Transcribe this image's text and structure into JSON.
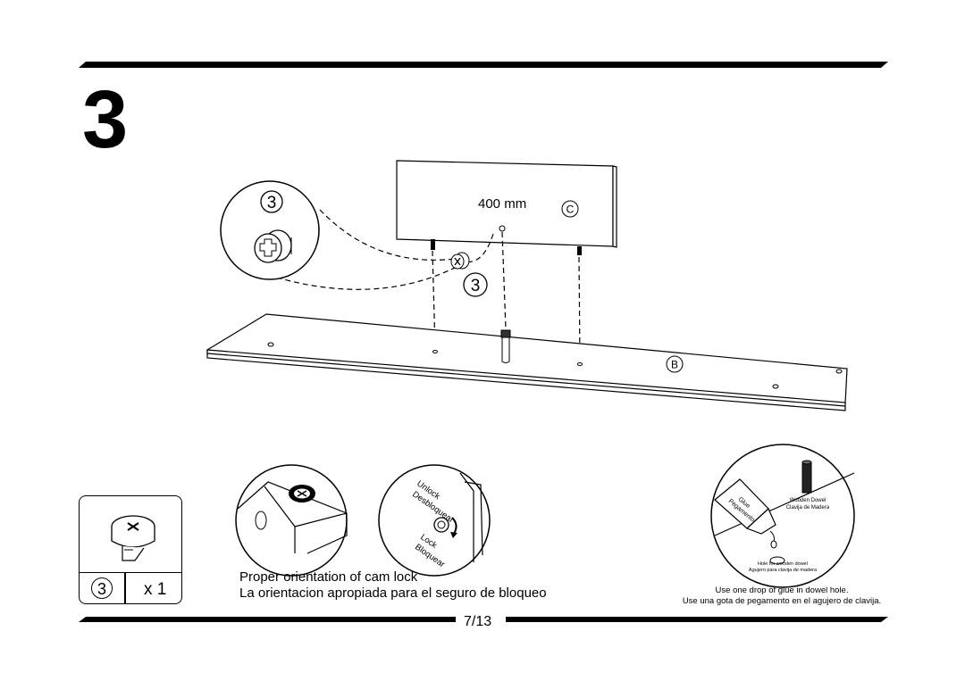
{
  "step": {
    "number": "3"
  },
  "panel_c": {
    "dimension": "400 mm",
    "label": "C"
  },
  "panel_b": {
    "label": "B"
  },
  "callout": {
    "part": "3"
  },
  "part_label": "3",
  "quantity": {
    "part": "3",
    "count": "x 1"
  },
  "cam_lock": {
    "unlock_en": "Unlock",
    "unlock_es": "Desbloquear",
    "lock_en": "Lock",
    "lock_es": "Bloquear",
    "caption_en": "Proper orientation of cam lock",
    "caption_es": "La orientacion apropiada para el seguro de bloqueo"
  },
  "glue": {
    "tube_en": "Glue",
    "tube_es": "Pegamento",
    "dowel_en": "Wooden Dowel",
    "dowel_es": "Clavija de Madera",
    "hole_en": "Hole for wooden dowel",
    "hole_es": "Agujero para clavija de madera",
    "note_en": "Use one drop of glue in dowel hole.",
    "note_es": "Use una gota de pegamento en el agujero de clavija."
  },
  "page": {
    "number": "7/13"
  }
}
